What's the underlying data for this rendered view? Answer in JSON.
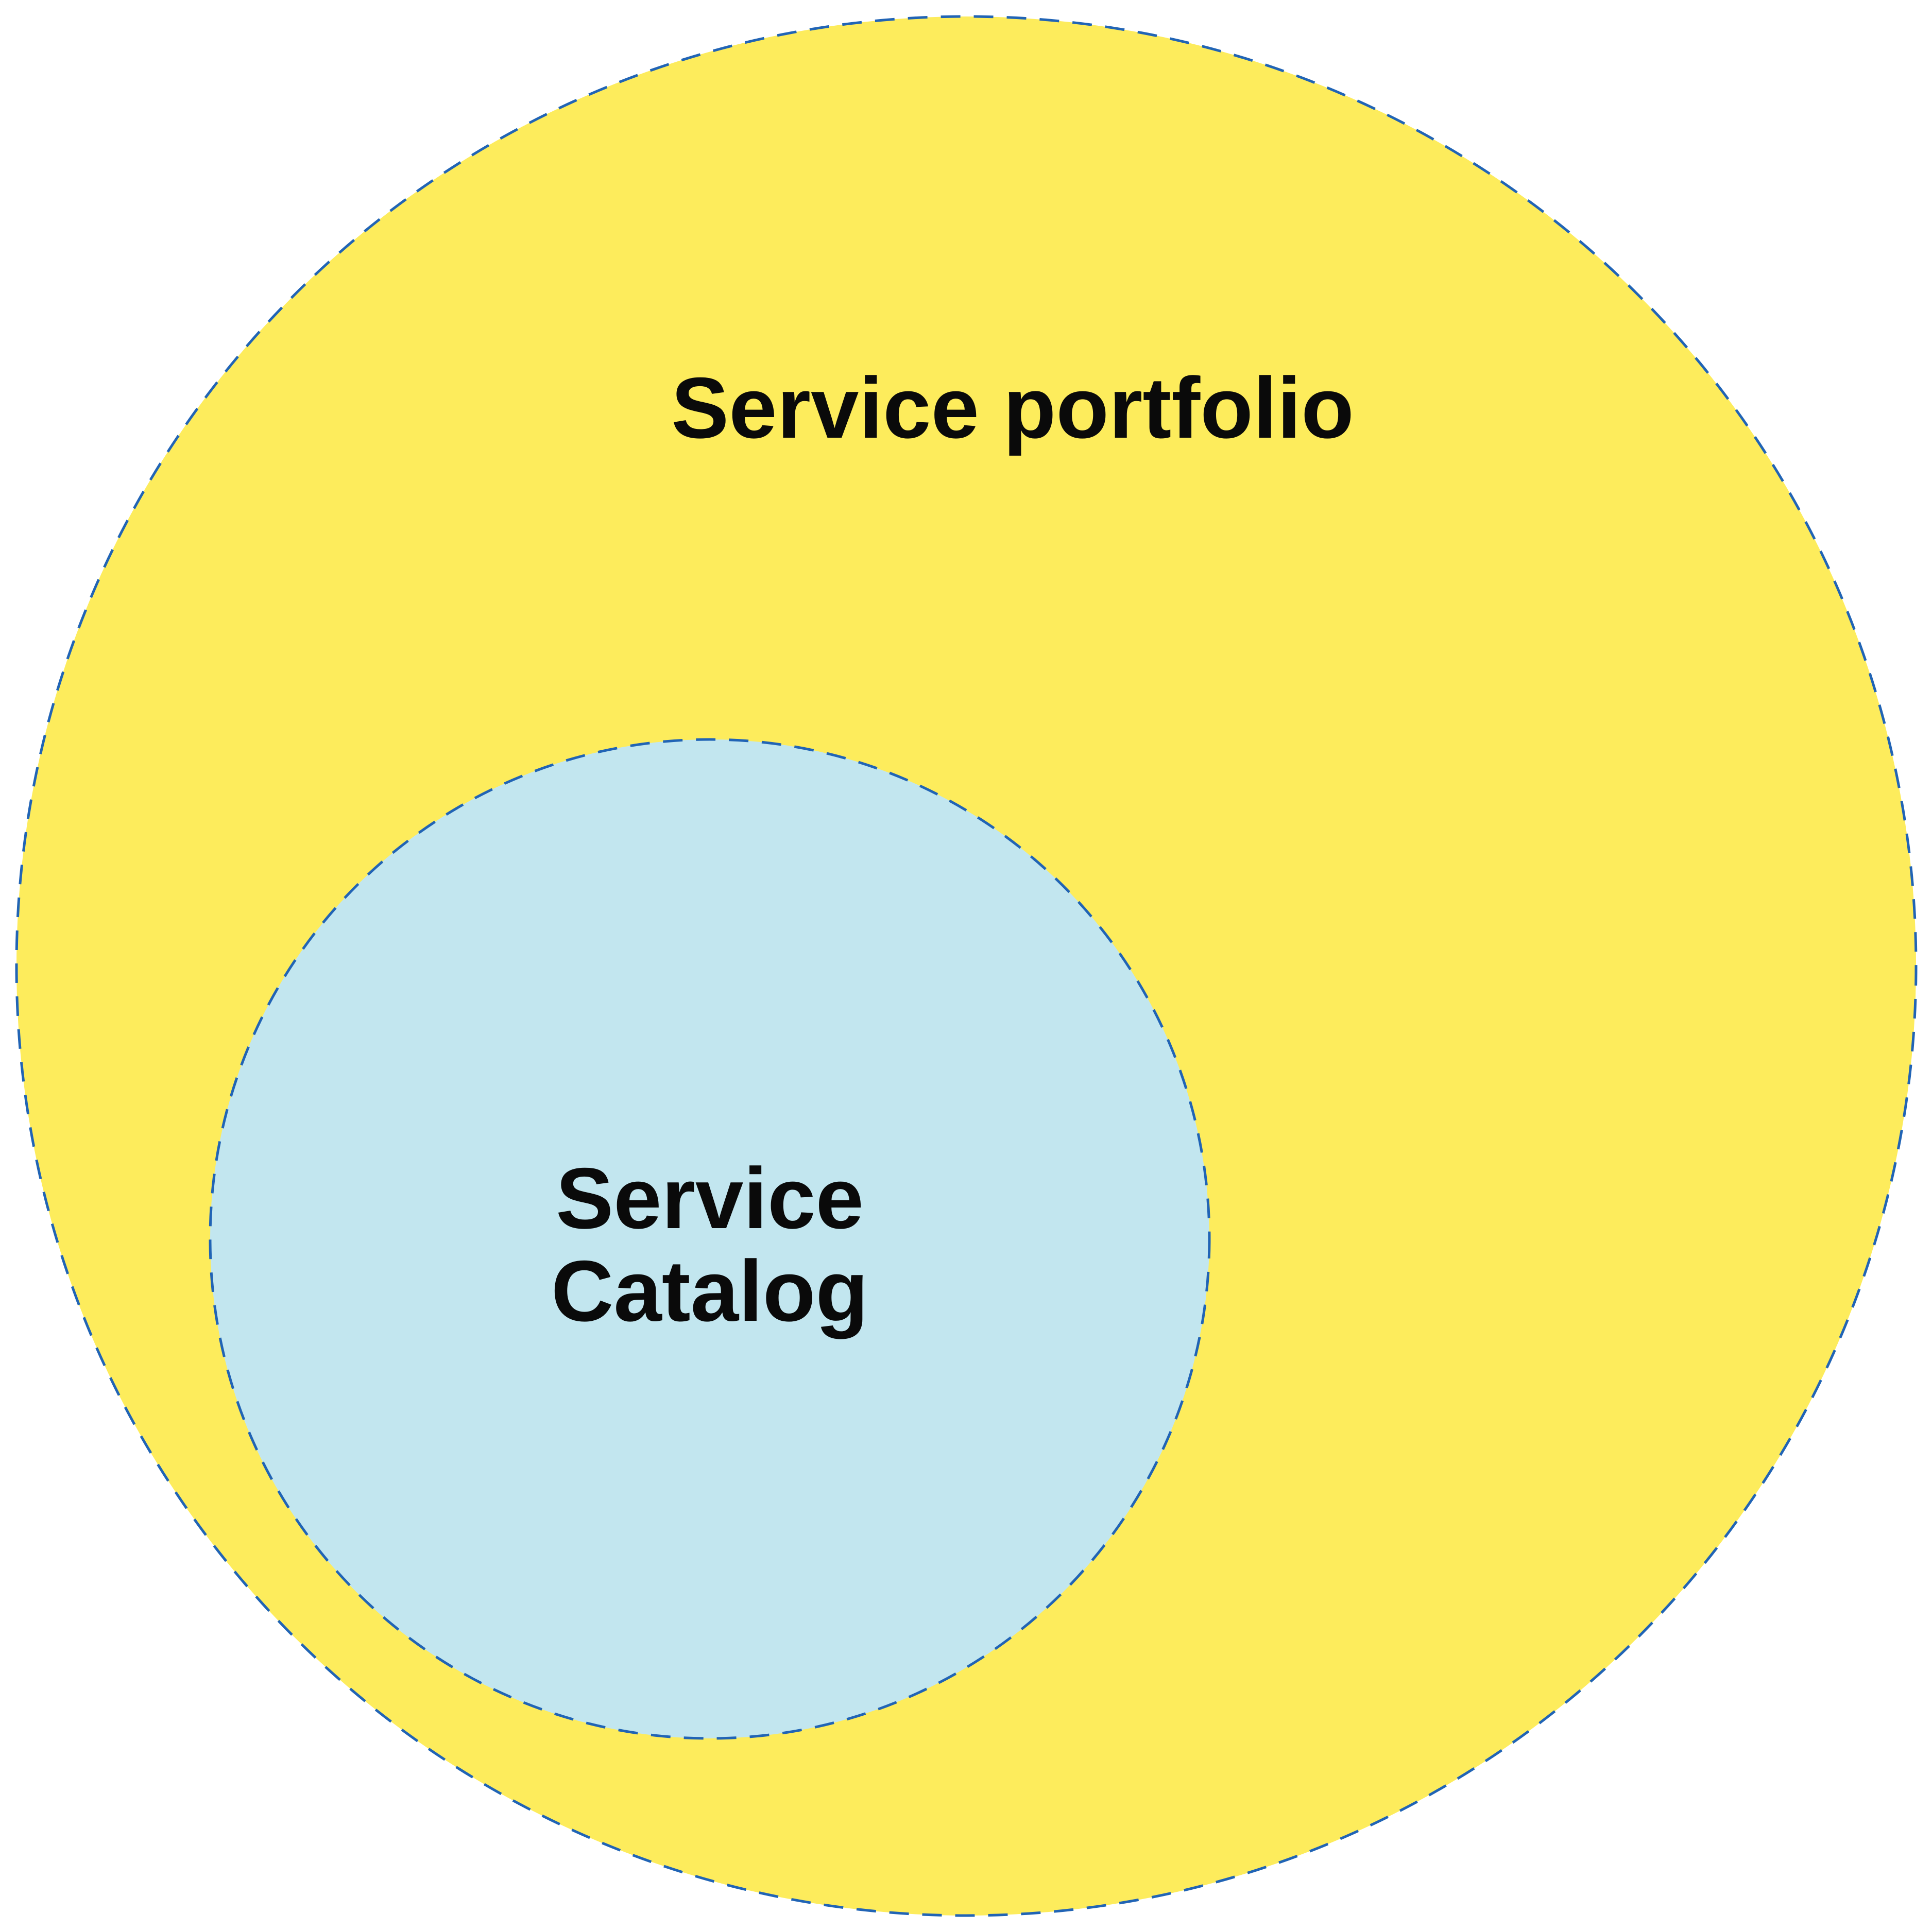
{
  "outer": {
    "label": "Service portfolio",
    "fill": "#FDEC5C"
  },
  "inner": {
    "label_line1": "Service",
    "label_line2": "Catalog",
    "fill": "#C2E6EF"
  },
  "stroke_color": "#2164B5"
}
